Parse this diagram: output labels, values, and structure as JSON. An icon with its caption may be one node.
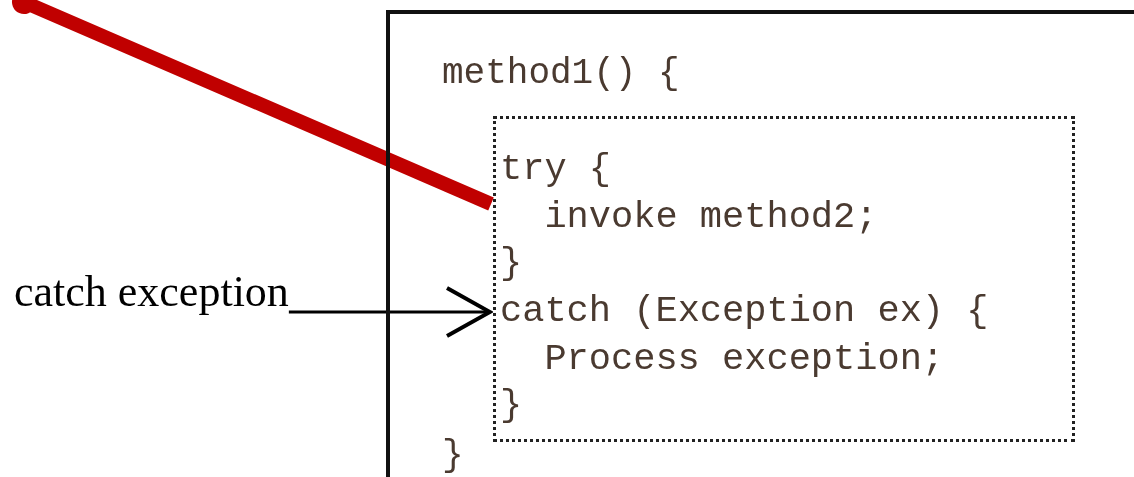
{
  "diagram": {
    "nodes": [
      {
        "text": [
          "method1() {",
          "}"
        ]
      },
      {
        "text": [
          "try {",
          "invoke method2;",
          "}",
          "catch (Exception ex) {",
          "Process exception;",
          "}"
        ],
        "in": 0
      },
      {
        "text": [
          "catch exception"
        ]
      }
    ],
    "edges": [
      {
        "from": null,
        "to": 1,
        "arrow": "other",
        "style": "thick",
        "color": "#c00000"
      },
      {
        "from": 2,
        "to": 1,
        "arrow": "to",
        "color": "#000000"
      }
    ]
  }
}
